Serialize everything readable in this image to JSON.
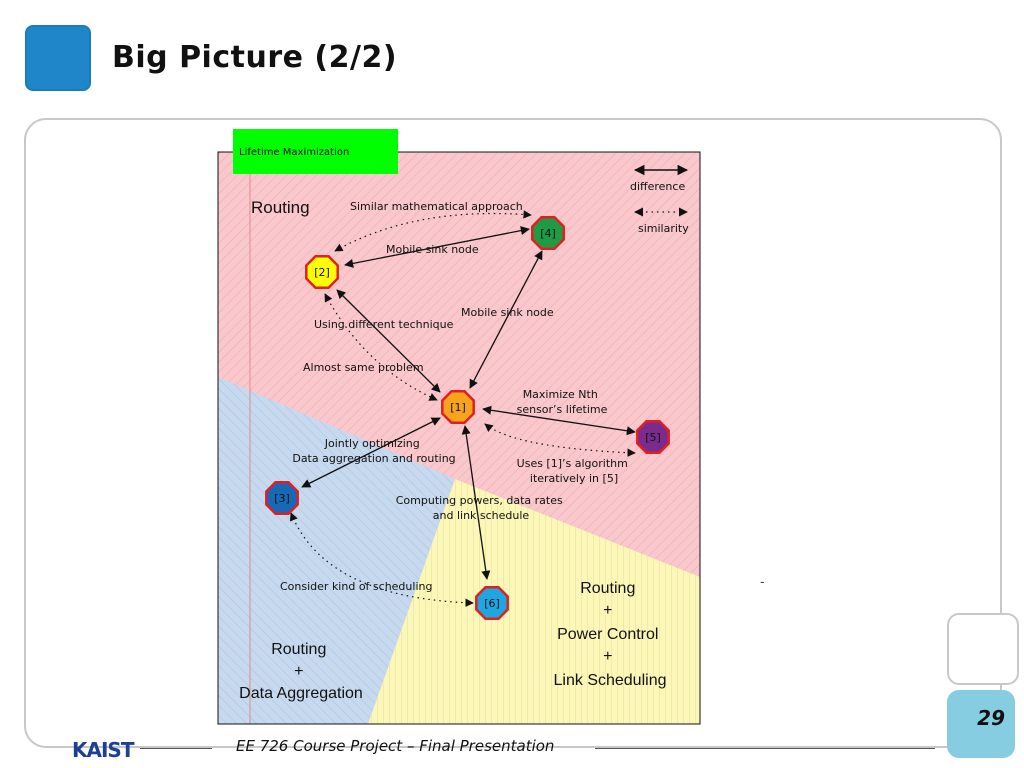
{
  "slide": {
    "title": "Big Picture (2/2)",
    "page_number": "29",
    "dash": "-"
  },
  "footer": {
    "logo": "KAIST",
    "text": "EE 726 Course Project – Final Presentation"
  },
  "diagram": {
    "badge": "Lifetime Maximization",
    "legend": {
      "difference": "difference",
      "similarity": "similarity"
    },
    "regions": {
      "routing": "Routing",
      "routing_agg": [
        "Routing",
        "+",
        "Data Aggregation"
      ],
      "routing_pc": [
        "Routing",
        "+",
        "Power Control",
        "+",
        "Link Scheduling"
      ]
    },
    "nodes": {
      "n1": {
        "label": "[1]",
        "color": "#f7a41c"
      },
      "n2": {
        "label": "[2]",
        "color": "#ffff00"
      },
      "n3": {
        "label": "[3]",
        "color": "#1769b8"
      },
      "n4": {
        "label": "[4]",
        "color": "#1e9c45"
      },
      "n5": {
        "label": "[5]",
        "color": "#7b2a8e"
      },
      "n6": {
        "label": "[6]",
        "color": "#1fa6e0"
      }
    },
    "edges": {
      "similar_math": "Similar mathematical approach",
      "mobile_sink_24": "Mobile sink node",
      "using_diff": "Using different technique",
      "mobile_sink_14": "Mobile sink node",
      "almost_same": "Almost same problem",
      "maximize": [
        "Maximize Nth",
        "sensor’s lifetime"
      ],
      "jointly": [
        "Jointly optimizing",
        "Data aggregation and routing"
      ],
      "uses": [
        "Uses [1]’s algorithm",
        "iteratively in [5]"
      ],
      "computing": [
        "Computing powers, data rates",
        "and link schedule"
      ],
      "consider": "Consider kind of scheduling"
    },
    "colors": {
      "routing_region": "#f8c8cc",
      "aggregation_region": "#c6d9ee",
      "powercontrol_region": "#fbf7b8",
      "badge": "#00ff00",
      "node_border": "#e02020"
    }
  }
}
